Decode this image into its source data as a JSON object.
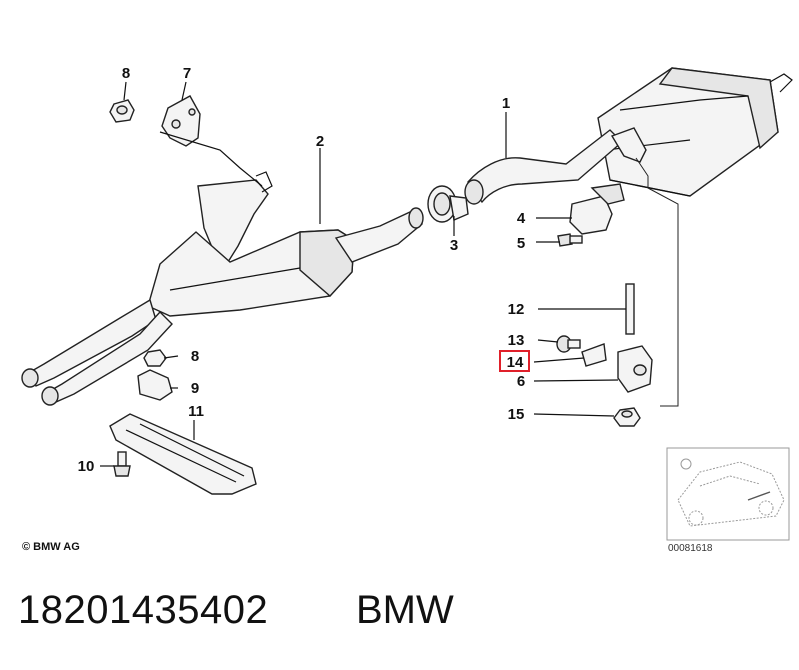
{
  "callouts": {
    "c1": "1",
    "c2": "2",
    "c3": "3",
    "c4": "4",
    "c5": "5",
    "c6": "6",
    "c7": "7",
    "c8a": "8",
    "c8b": "8",
    "c9": "9",
    "c10": "10",
    "c11": "11",
    "c12": "12",
    "c13": "13",
    "c14": "14",
    "c15": "15"
  },
  "highlight": {
    "callout": "14",
    "color": "#e0202a"
  },
  "copyright": "© BMW AG",
  "diagram_code": "00081618",
  "footer": {
    "part_number": "18201435402",
    "brand": "BMW"
  }
}
